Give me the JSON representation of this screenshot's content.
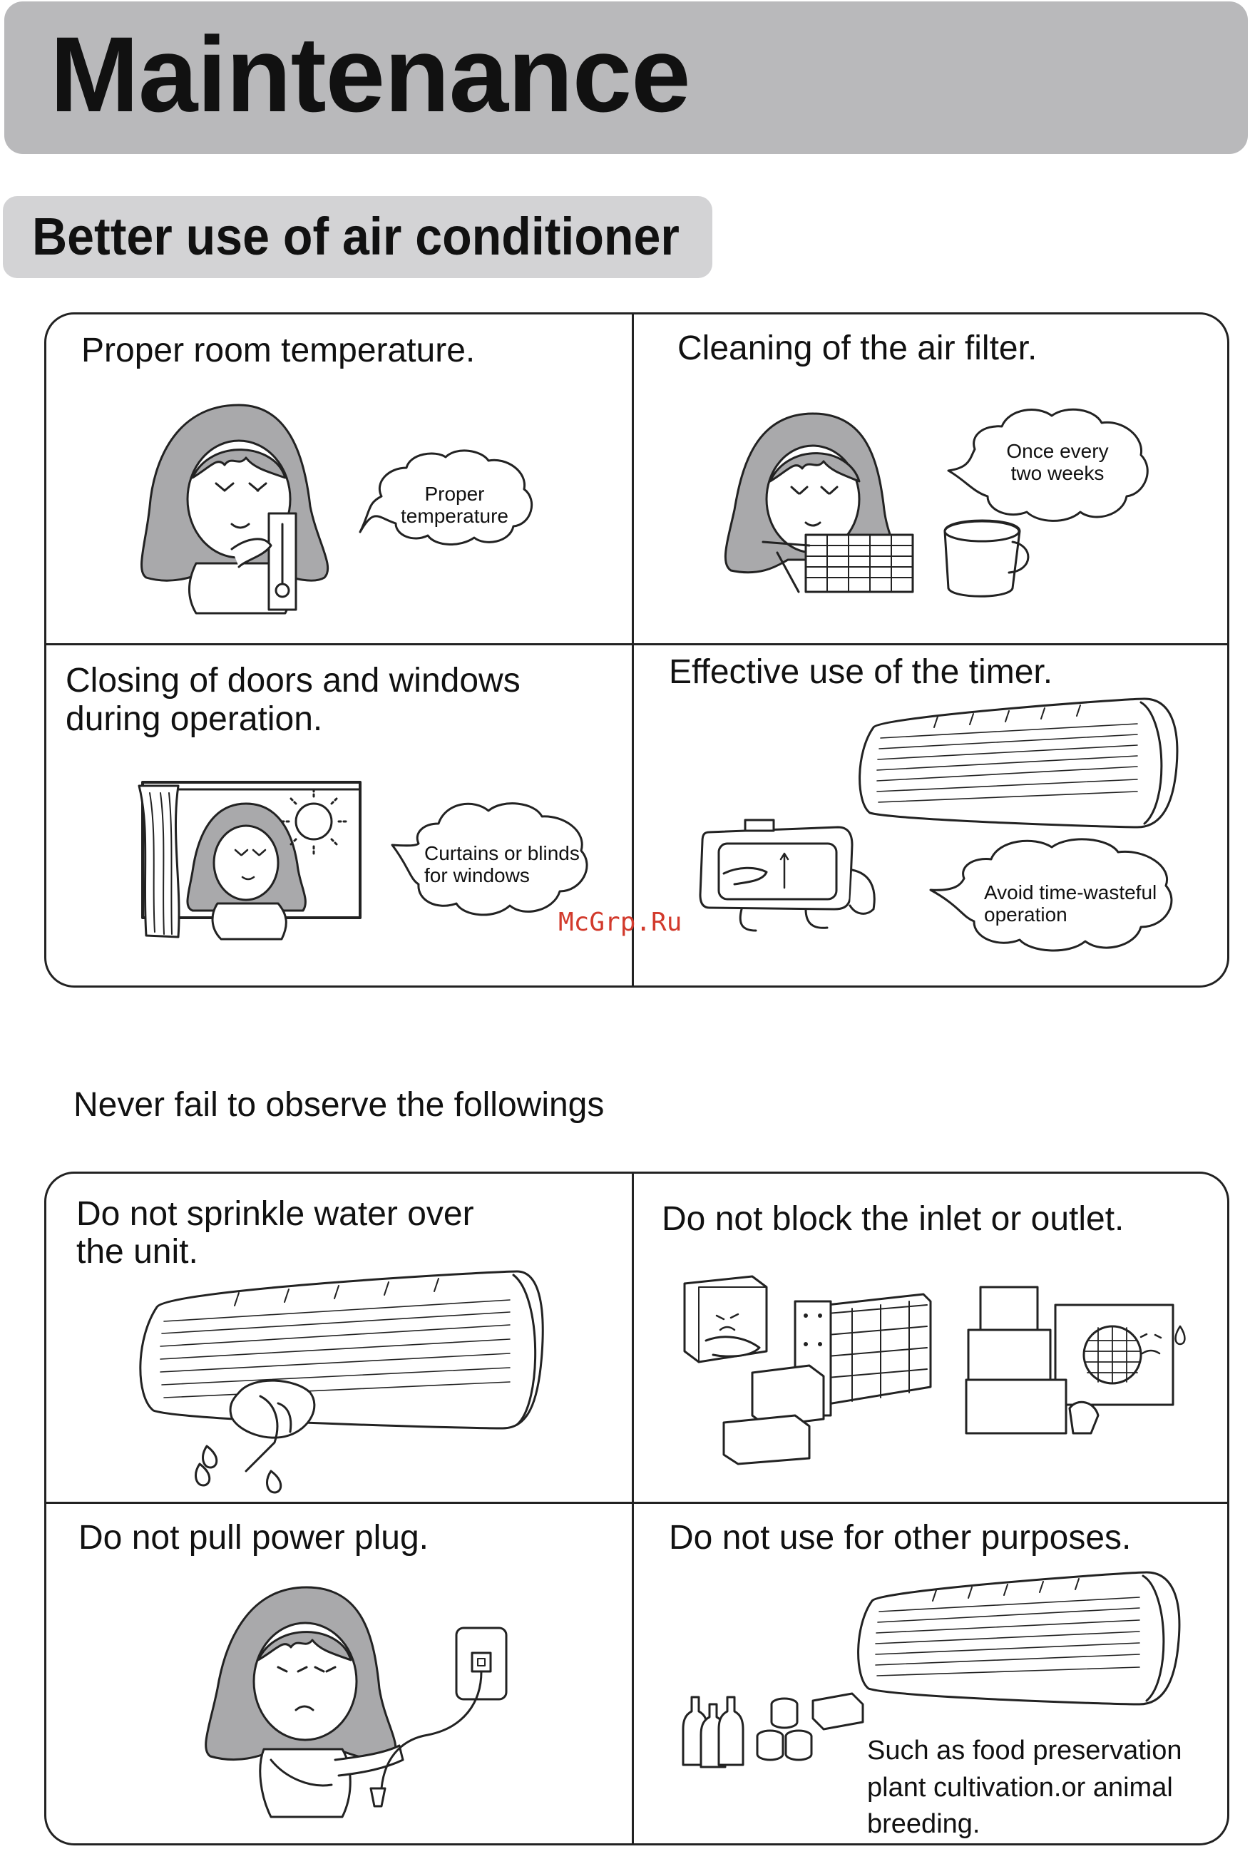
{
  "header": {
    "title": "Maintenance"
  },
  "section": {
    "title": "Better use of air conditioner"
  },
  "better_use": {
    "proper_temp": {
      "caption": "Proper room temperature.",
      "bubble": "Proper\ntemperature"
    },
    "filter": {
      "caption": "Cleaning of the air filter.",
      "bubble": "Once every\ntwo weeks"
    },
    "doors": {
      "caption": "Closing of doors and windows\nduring operation.",
      "bubble": "Curtains or blinds\nfor windows"
    },
    "timer": {
      "caption": "Effective use of the timer.",
      "bubble": "Avoid time-wasteful\noperation"
    }
  },
  "watermark": "McGrp.Ru",
  "observe": {
    "title": "Never fail to observe the followings",
    "water": {
      "caption": "Do not sprinkle water over\nthe unit."
    },
    "block": {
      "caption": "Do not block the inlet or outlet."
    },
    "plug": {
      "caption": "Do not pull power plug."
    },
    "purposes": {
      "caption": "Do not use for other purposes.",
      "note": "Such as food preservation\nplant cultivation.or animal\nbreeding."
    }
  }
}
